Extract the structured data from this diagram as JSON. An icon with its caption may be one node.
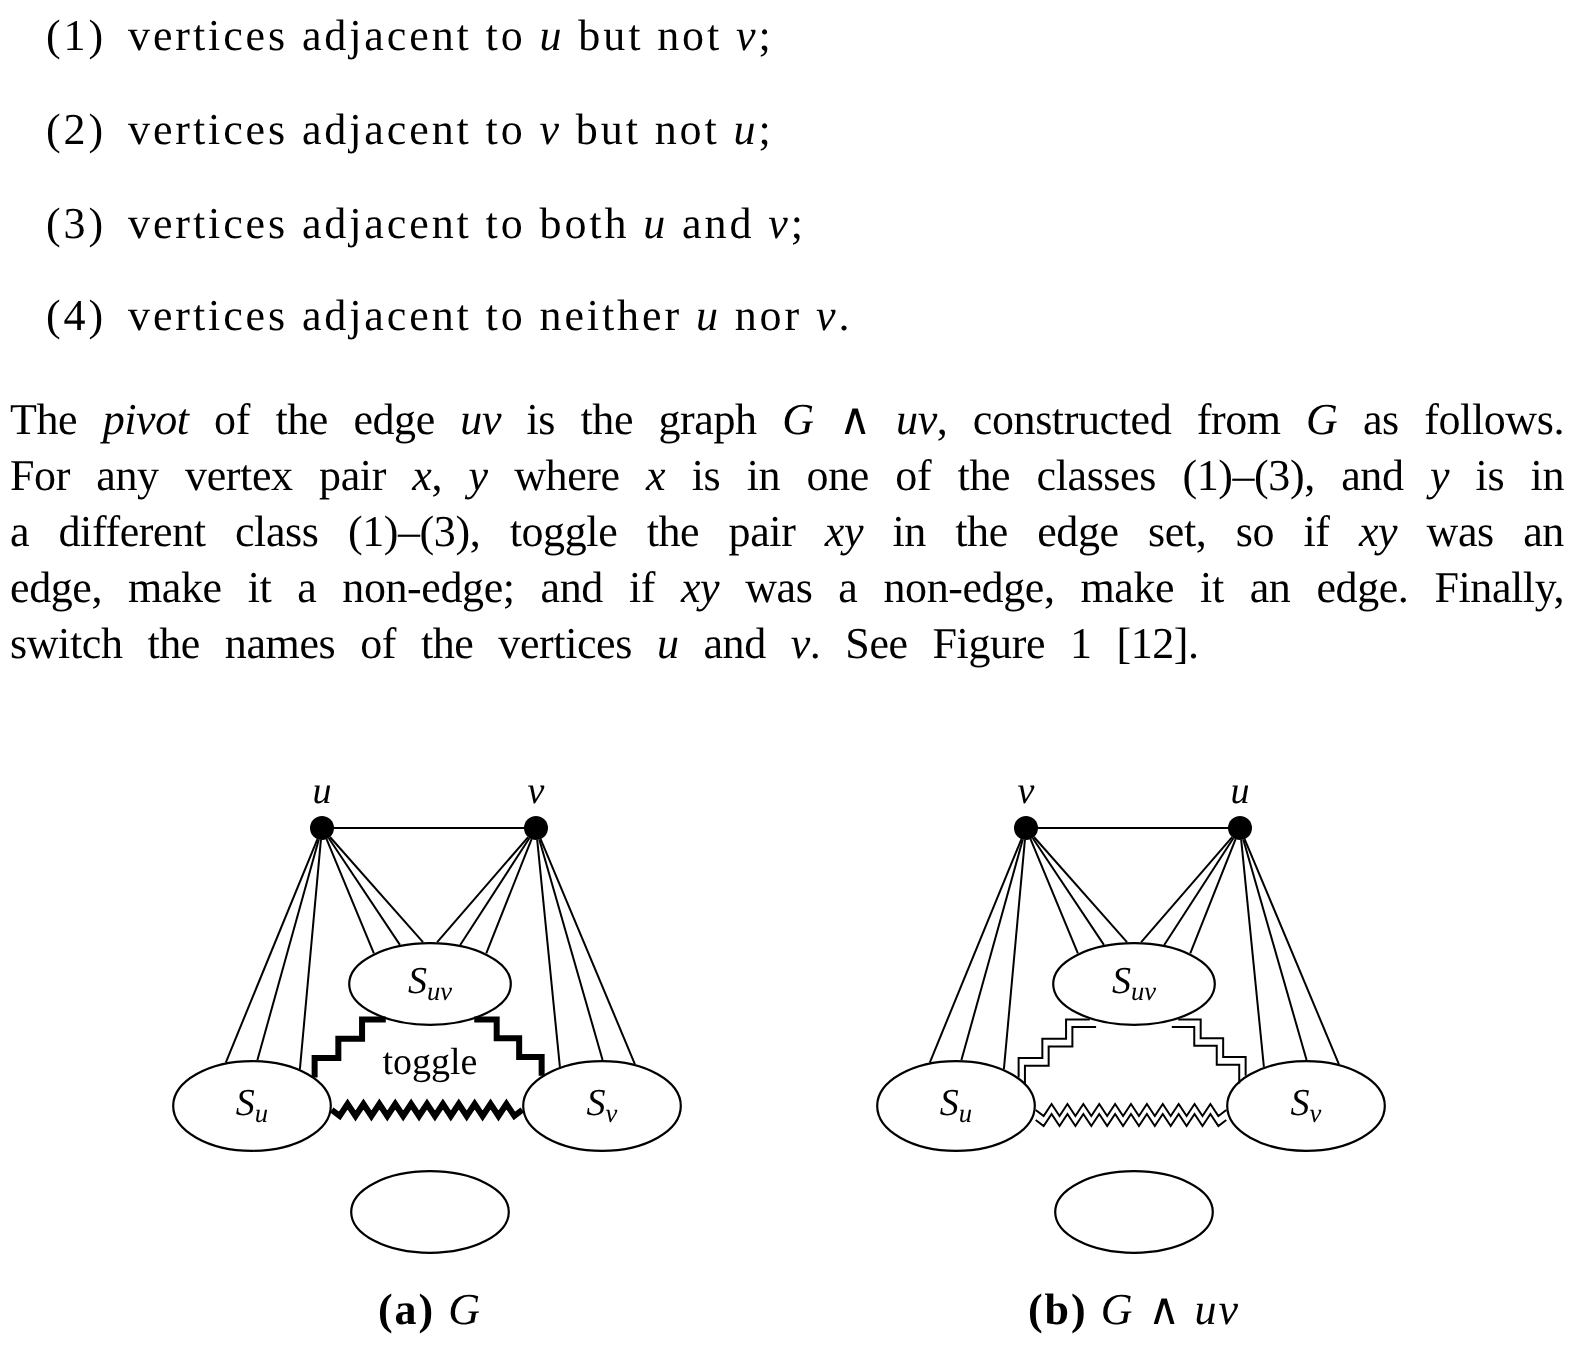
{
  "diagram": {
    "nodes": [
      {
        "text": [],
        "shape": "circle",
        "beside": [
          "u"
        ]
      },
      {
        "text": [],
        "shape": "circle",
        "beside": [
          "v"
        ]
      },
      {
        "text": [
          "S$_{uv}$"
        ]
      },
      {
        "text": [
          "S$_{u}$"
        ]
      },
      {
        "text": [
          "S$_{v}$"
        ]
      },
      {
        "text": [],
        "shape": "ellipse"
      },
      {
        "text": [],
        "shape": "circle",
        "beside": [
          "v"
        ]
      },
      {
        "text": [],
        "shape": "circle",
        "beside": [
          "u"
        ]
      },
      {
        "text": [
          "S$_{uv}$"
        ]
      },
      {
        "text": [
          "S$_{u}$"
        ]
      },
      {
        "text": [
          "S$_{v}$"
        ]
      },
      {
        "text": [],
        "shape": "ellipse"
      }
    ],
    "edges": [
      {
        "from": 0,
        "to": 1,
        "arrow": "none"
      },
      {
        "from": 0,
        "to": 3,
        "arrow": "none"
      },
      {
        "from": 0,
        "to": 3,
        "arrow": "none"
      },
      {
        "from": 0,
        "to": 3,
        "arrow": "none"
      },
      {
        "from": 0,
        "to": 2,
        "arrow": "none"
      },
      {
        "from": 0,
        "to": 2,
        "arrow": "none"
      },
      {
        "from": 0,
        "to": 2,
        "arrow": "none"
      },
      {
        "from": 1,
        "to": 2,
        "arrow": "none"
      },
      {
        "from": 1,
        "to": 2,
        "arrow": "none"
      },
      {
        "from": 1,
        "to": 2,
        "arrow": "none"
      },
      {
        "from": 1,
        "to": 4,
        "arrow": "none"
      },
      {
        "from": 1,
        "to": 4,
        "arrow": "none"
      },
      {
        "from": 1,
        "to": 4,
        "arrow": "none"
      },
      {
        "from": 2,
        "to": 3,
        "arrow": "none",
        "style": "thick"
      },
      {
        "from": 2,
        "to": 4,
        "arrow": "none",
        "style": "thick"
      },
      {
        "from": 3,
        "to": 4,
        "arrow": "none",
        "style": "thick"
      },
      {
        "from": 6,
        "to": 7,
        "arrow": "none"
      },
      {
        "from": 6,
        "to": 9,
        "arrow": "none"
      },
      {
        "from": 6,
        "to": 9,
        "arrow": "none"
      },
      {
        "from": 6,
        "to": 9,
        "arrow": "none"
      },
      {
        "from": 6,
        "to": 8,
        "arrow": "none"
      },
      {
        "from": 6,
        "to": 8,
        "arrow": "none"
      },
      {
        "from": 6,
        "to": 8,
        "arrow": "none"
      },
      {
        "from": 7,
        "to": 8,
        "arrow": "none"
      },
      {
        "from": 7,
        "to": 8,
        "arrow": "none"
      },
      {
        "from": 7,
        "to": 8,
        "arrow": "none"
      },
      {
        "from": 7,
        "to": 10,
        "arrow": "none"
      },
      {
        "from": 7,
        "to": 10,
        "arrow": "none"
      },
      {
        "from": 7,
        "to": 10,
        "arrow": "none"
      },
      {
        "from": 8,
        "to": 9,
        "arrow": "none"
      },
      {
        "from": 8,
        "to": 10,
        "arrow": "none"
      },
      {
        "from": 9,
        "to": 10,
        "arrow": "none"
      }
    ],
    "labels": [
      "(1)",
      "vertices adjacent to *u* but not *v*;",
      "(2)",
      "vertices adjacent to *v* but not *u*;",
      "(3)",
      "vertices adjacent to both *u* and *v*;",
      "(4)",
      "vertices adjacent to neither *u* nor *v*.",
      "The *pivot* of the edge *uv* is the graph *G* ∧ *uv*, constructed from *G* as follows. For any vertex pair *x*, *y* where *x* is in one of the classes (1)–(3), and *y* is in a different class (1)–(3), toggle the pair *xy* in the edge set, so if *xy* was an edge, make it a non-edge; and if *xy* was a non-edge, make it an edge. Finally, switch the names of the vertices *u* and *v*. See Figure 1 [12].",
      "toggle",
      "**(a)** *G*",
      "**(b)** *G* ∧ *uv*"
    ]
  }
}
